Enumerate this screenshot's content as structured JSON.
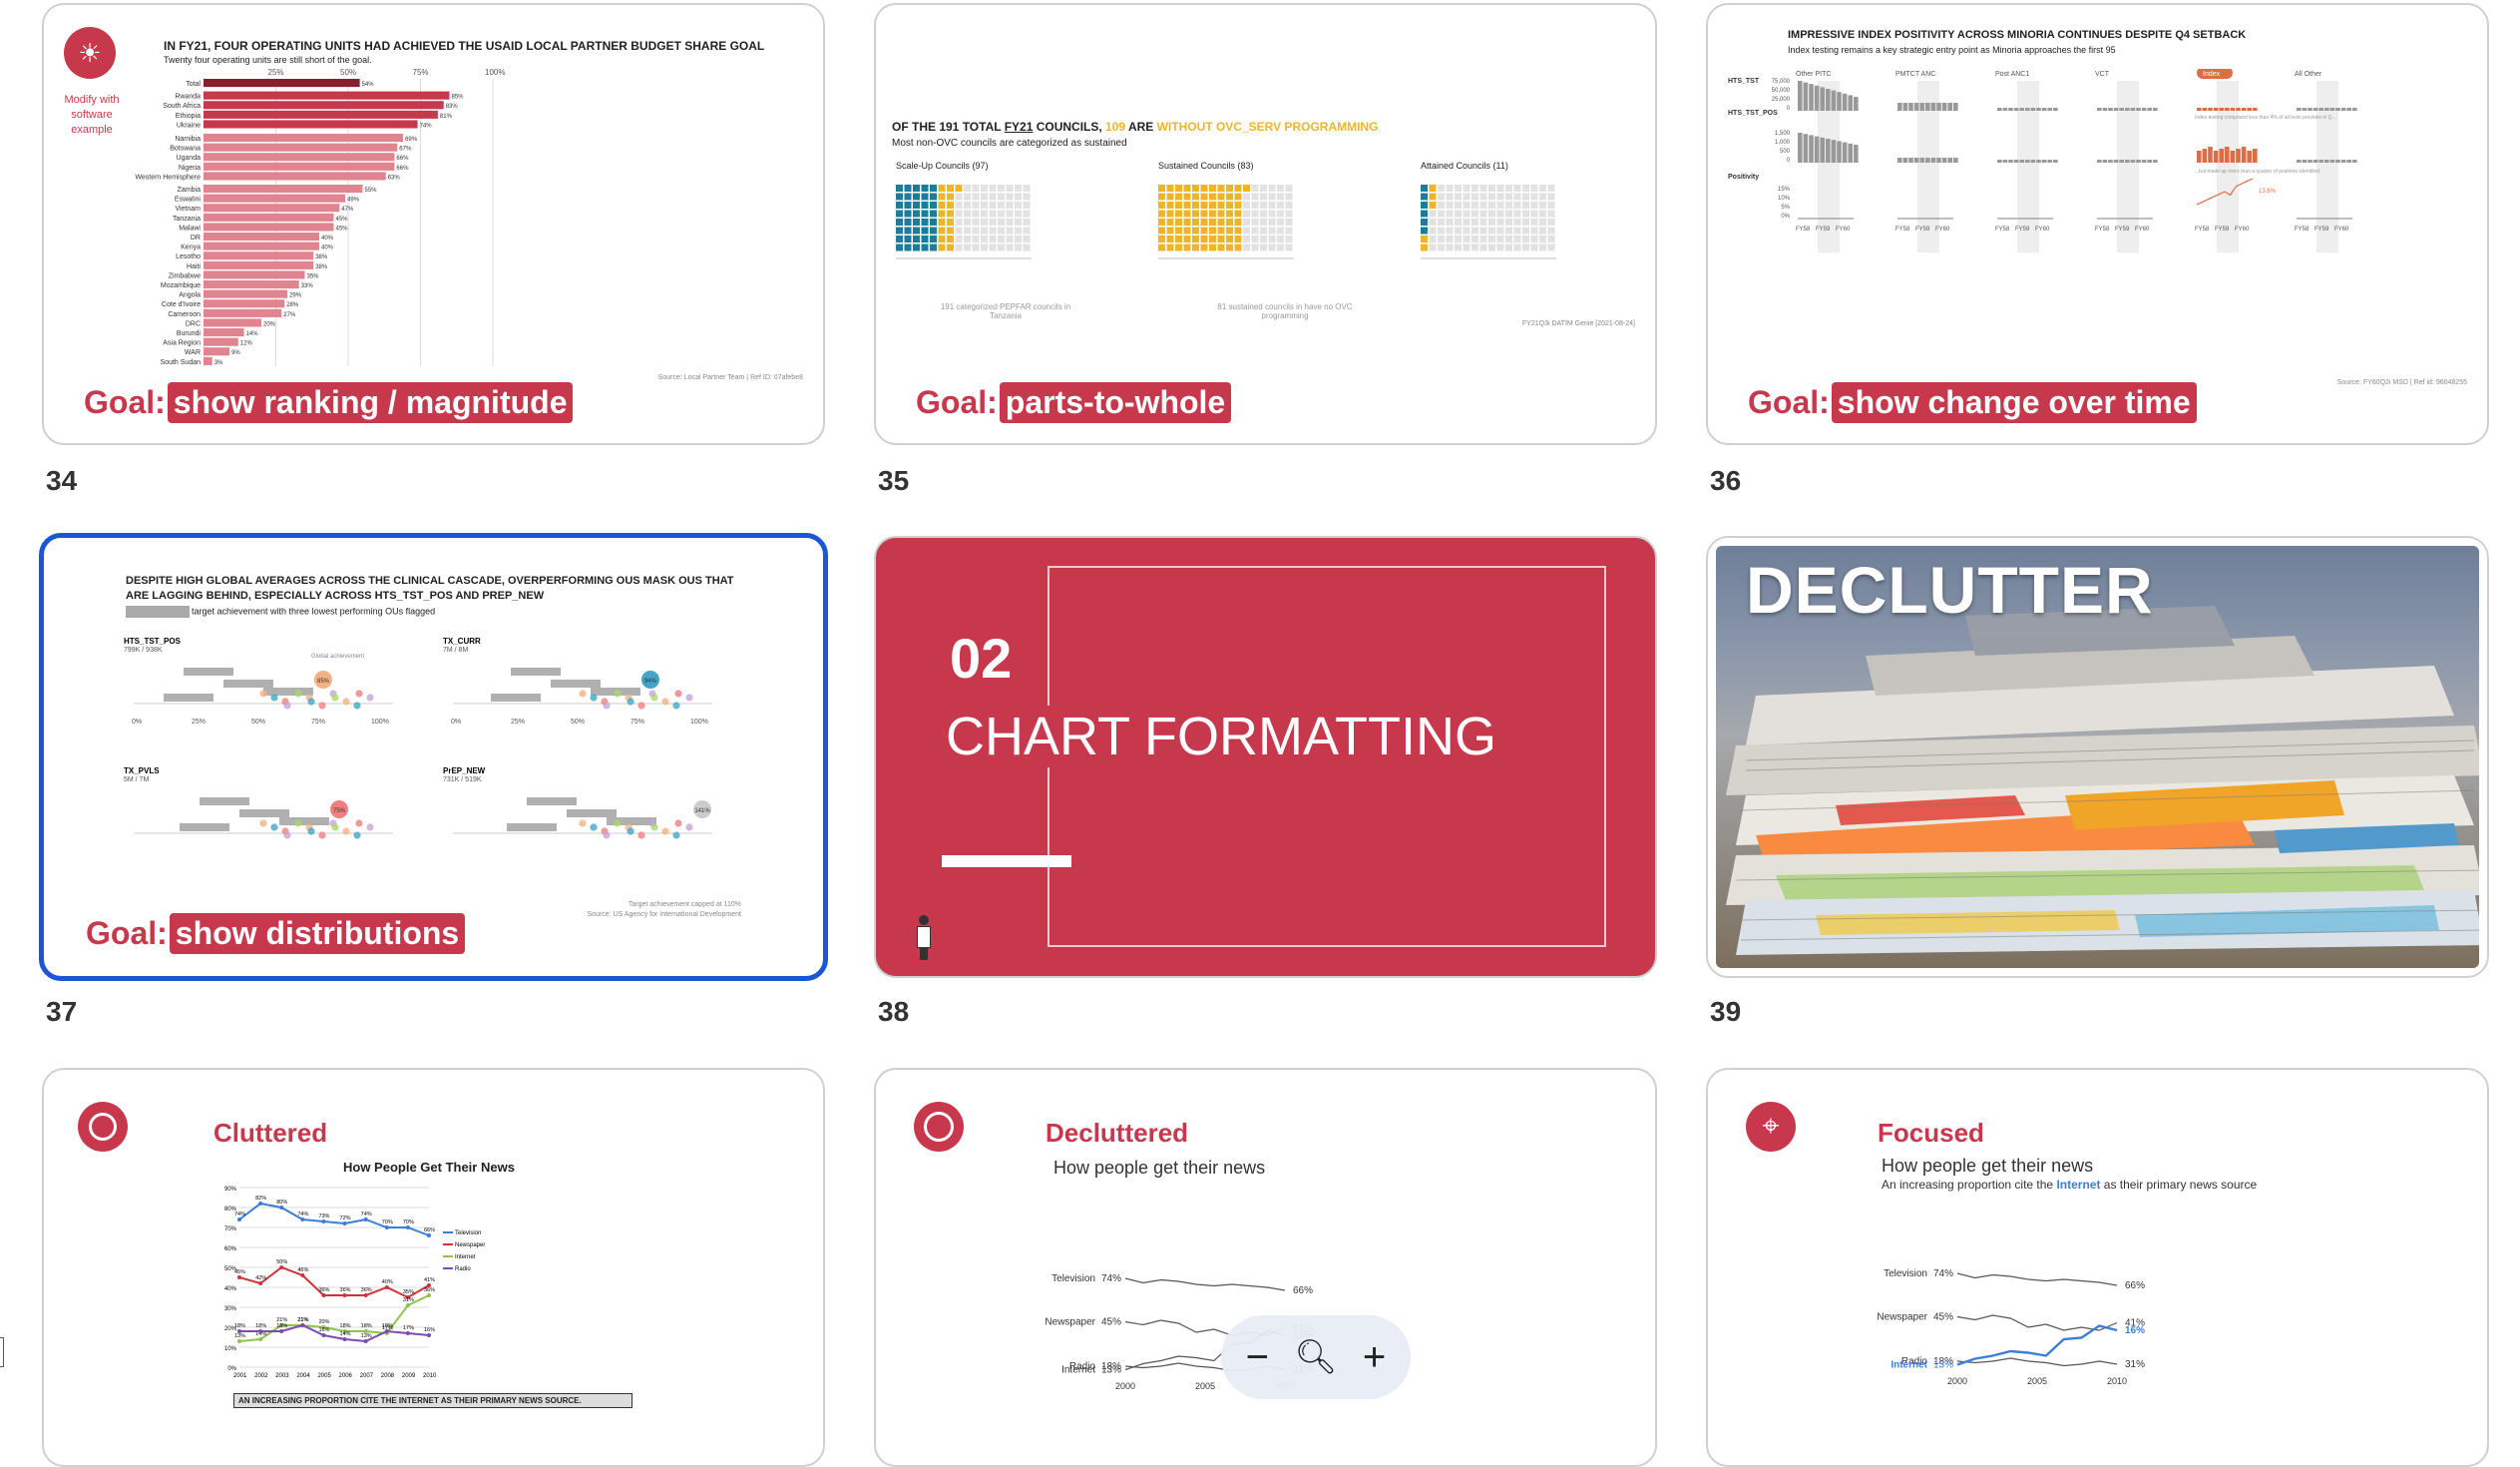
{
  "slides": [
    {
      "number": "34",
      "goal_prefix": "Goal:",
      "goal": "show ranking / magnitude",
      "title": "IN FY21, FOUR OPERATING UNITS HAD ACHIEVED THE USAID LOCAL PARTNER BUDGET SHARE GOAL",
      "subtitle": "Twenty four operating units are still short of the goal.",
      "note": "Modify with software example",
      "source": "Source: Local Partner Team | Ref ID: 07afebe8",
      "axis": [
        "25%",
        "50%",
        "75%",
        "100%"
      ],
      "bars": [
        {
          "label": "Total",
          "value": 54
        },
        {
          "label": "Rwanda",
          "value": 85
        },
        {
          "label": "South Africa",
          "value": 83
        },
        {
          "label": "Ethiopia",
          "value": 81
        },
        {
          "label": "Ukraine",
          "value": 74
        },
        {
          "label": "Namibia",
          "value": 69
        },
        {
          "label": "Botswana",
          "value": 67
        },
        {
          "label": "Uganda",
          "value": 66
        },
        {
          "label": "Nigeria",
          "value": 66
        },
        {
          "label": "Western Hemisphere",
          "value": 63
        },
        {
          "label": "Zambia",
          "value": 55
        },
        {
          "label": "Eswatini",
          "value": 49
        },
        {
          "label": "Vietnam",
          "value": 47
        },
        {
          "label": "Tanzania",
          "value": 45
        },
        {
          "label": "Malawi",
          "value": 45
        },
        {
          "label": "DR",
          "value": 40
        },
        {
          "label": "Kenya",
          "value": 40
        },
        {
          "label": "Lesotho",
          "value": 38
        },
        {
          "label": "Haiti",
          "value": 38
        },
        {
          "label": "Zimbabwe",
          "value": 35
        },
        {
          "label": "Mozambique",
          "value": 33
        },
        {
          "label": "Angola",
          "value": 29
        },
        {
          "label": "Cote d'Ivoire",
          "value": 28
        },
        {
          "label": "Cameroon",
          "value": 27
        },
        {
          "label": "DRC",
          "value": 20
        },
        {
          "label": "Burundi",
          "value": 14
        },
        {
          "label": "Asia Region",
          "value": 12
        },
        {
          "label": "WAR",
          "value": 9
        },
        {
          "label": "South Sudan",
          "value": 3
        }
      ]
    },
    {
      "number": "35",
      "goal_prefix": "Goal:",
      "goal": "parts-to-whole",
      "title_a": "OF THE 191 TOTAL ",
      "title_b": "FY21",
      "title_c": " COUNCILS, ",
      "title_d": "109",
      "title_e": " ARE ",
      "title_f": "WITHOUT OVC_SERV PROGRAMMING",
      "subtitle": "Most non-OVC councils are categorized as sustained",
      "groups": [
        "Scale-Up Councils (97)",
        "Sustained Councils (83)",
        "Attained Councils (11)"
      ],
      "note1": "191 categorized PEPFAR councils in Tanzania",
      "note2": "81 sustained councils in have no OVC programming",
      "source": "FY21Q3i DATIM Genie [2021-08-24]"
    },
    {
      "number": "36",
      "goal_prefix": "Goal:",
      "goal": "show change over time",
      "title": "IMPRESSIVE INDEX POSITIVITY ACROSS MINORIA CONTINUES DESPITE Q4 SETBACK",
      "subtitle": "Index testing remains a key strategic entry point as Minoria approaches the first 95",
      "columns": [
        "Other PITC",
        "PMTCT ANC",
        "Post ANC1",
        "VCT",
        "Index",
        "All Other"
      ],
      "rows": [
        "HTS_TST",
        "HTS_TST_POS",
        "Positivity"
      ],
      "yticks1": [
        "75,000",
        "50,000",
        "25,000",
        "0"
      ],
      "yticks2": [
        "1,500",
        "1,000",
        "500",
        "0"
      ],
      "yticks3": [
        "15%",
        "10%",
        "5%",
        "0%"
      ],
      "xticks": [
        "FY58",
        "FY59",
        "FY60"
      ],
      "note1": "Index testing comprised less than 4% of all tests provides in Q...",
      "note2": "...but made up more than a quarter of positives identified",
      "label": "13.6%",
      "source": "Source: FY60Q2i MSD | Ref id: 96048255"
    },
    {
      "number": "37",
      "goal_prefix": "Goal:",
      "goal": "show distributions",
      "title": "DESPITE HIGH GLOBAL AVERAGES ACROSS THE CLINICAL CASCADE, OVERPERFORMING OUS MASK OUS THAT ARE LAGGING BEHIND, ESPECIALLY ACROSS HTS_TST_POS AND PREP_NEW",
      "subtitle": "target achievement with three lowest performing OUs flagged",
      "panels": [
        {
          "name": "HTS_TST_POS",
          "sub": "799K / 938K",
          "pct": "85%",
          "ann": "Global achievement",
          "color": "#f4b183"
        },
        {
          "name": "TX_CURR",
          "sub": "7M / 8M",
          "pct": "94%",
          "ann": "",
          "color": "#42a5c8"
        },
        {
          "name": "TX_PVLS",
          "sub": "5M / 7M",
          "pct": "75%",
          "ann": "",
          "color": "#f08080"
        },
        {
          "name": "PrEP_NEW",
          "sub": "731K / 519K",
          "pct": "141%",
          "ann": "",
          "color": "#cccccc"
        }
      ],
      "axis": [
        "0%",
        "25%",
        "50%",
        "75%",
        "100%"
      ],
      "footnote": "Target achievement capped at 110%",
      "source": "Source:          US Agency for International Development"
    },
    {
      "number": "38",
      "section": "02",
      "title": "CHART FORMATTING"
    },
    {
      "number": "39",
      "title": "DECLUTTER"
    },
    {
      "title": "Cluttered",
      "chart_title": "How People Get Their News",
      "legend": [
        "Television",
        "Newspaper",
        "Internet",
        "Radio"
      ],
      "years": [
        "2001",
        "2002",
        "2003",
        "2004",
        "2005",
        "2006",
        "2007",
        "2008",
        "2009",
        "2010"
      ],
      "yticks": [
        "90%",
        "80%",
        "70%",
        "60%",
        "50%",
        "40%",
        "30%",
        "20%",
        "10%",
        "0%"
      ],
      "footer": "AN INCREASING PROPORTION CITE THE INTERNET AS THEIR PRIMARY NEWS SOURCE."
    },
    {
      "title": "Decluttered",
      "chart_title": "How people get their news",
      "labels": [
        "Television",
        "Newspaper",
        "Radio",
        "Internet"
      ],
      "start": [
        "74%",
        "45%",
        "18%",
        "13%"
      ],
      "end": [
        "66%",
        "41%",
        "31%",
        "16%"
      ],
      "xticks": [
        "2000",
        "2005",
        "2010"
      ]
    },
    {
      "title": "Focused",
      "chart_title": "How people get their news",
      "sub_a": "An increasing proportion cite the ",
      "sub_b": "Internet",
      "sub_c": " as their primary news source",
      "labels": [
        "Television",
        "Newspaper",
        "Radio",
        "Internet"
      ],
      "start": [
        "74%",
        "45%",
        "18%",
        "13%"
      ],
      "end": [
        "66%",
        "41%",
        "31%",
        "16%"
      ],
      "xticks": [
        "2000",
        "2005",
        "2010"
      ]
    }
  ],
  "zoom": {
    "minus": "−",
    "icon": "zoom-icon",
    "plus": "+"
  },
  "colors": {
    "accent": "#c8384c",
    "select": "#1a56d6",
    "gold": "#f0b429",
    "teal": "#1c7c99"
  }
}
